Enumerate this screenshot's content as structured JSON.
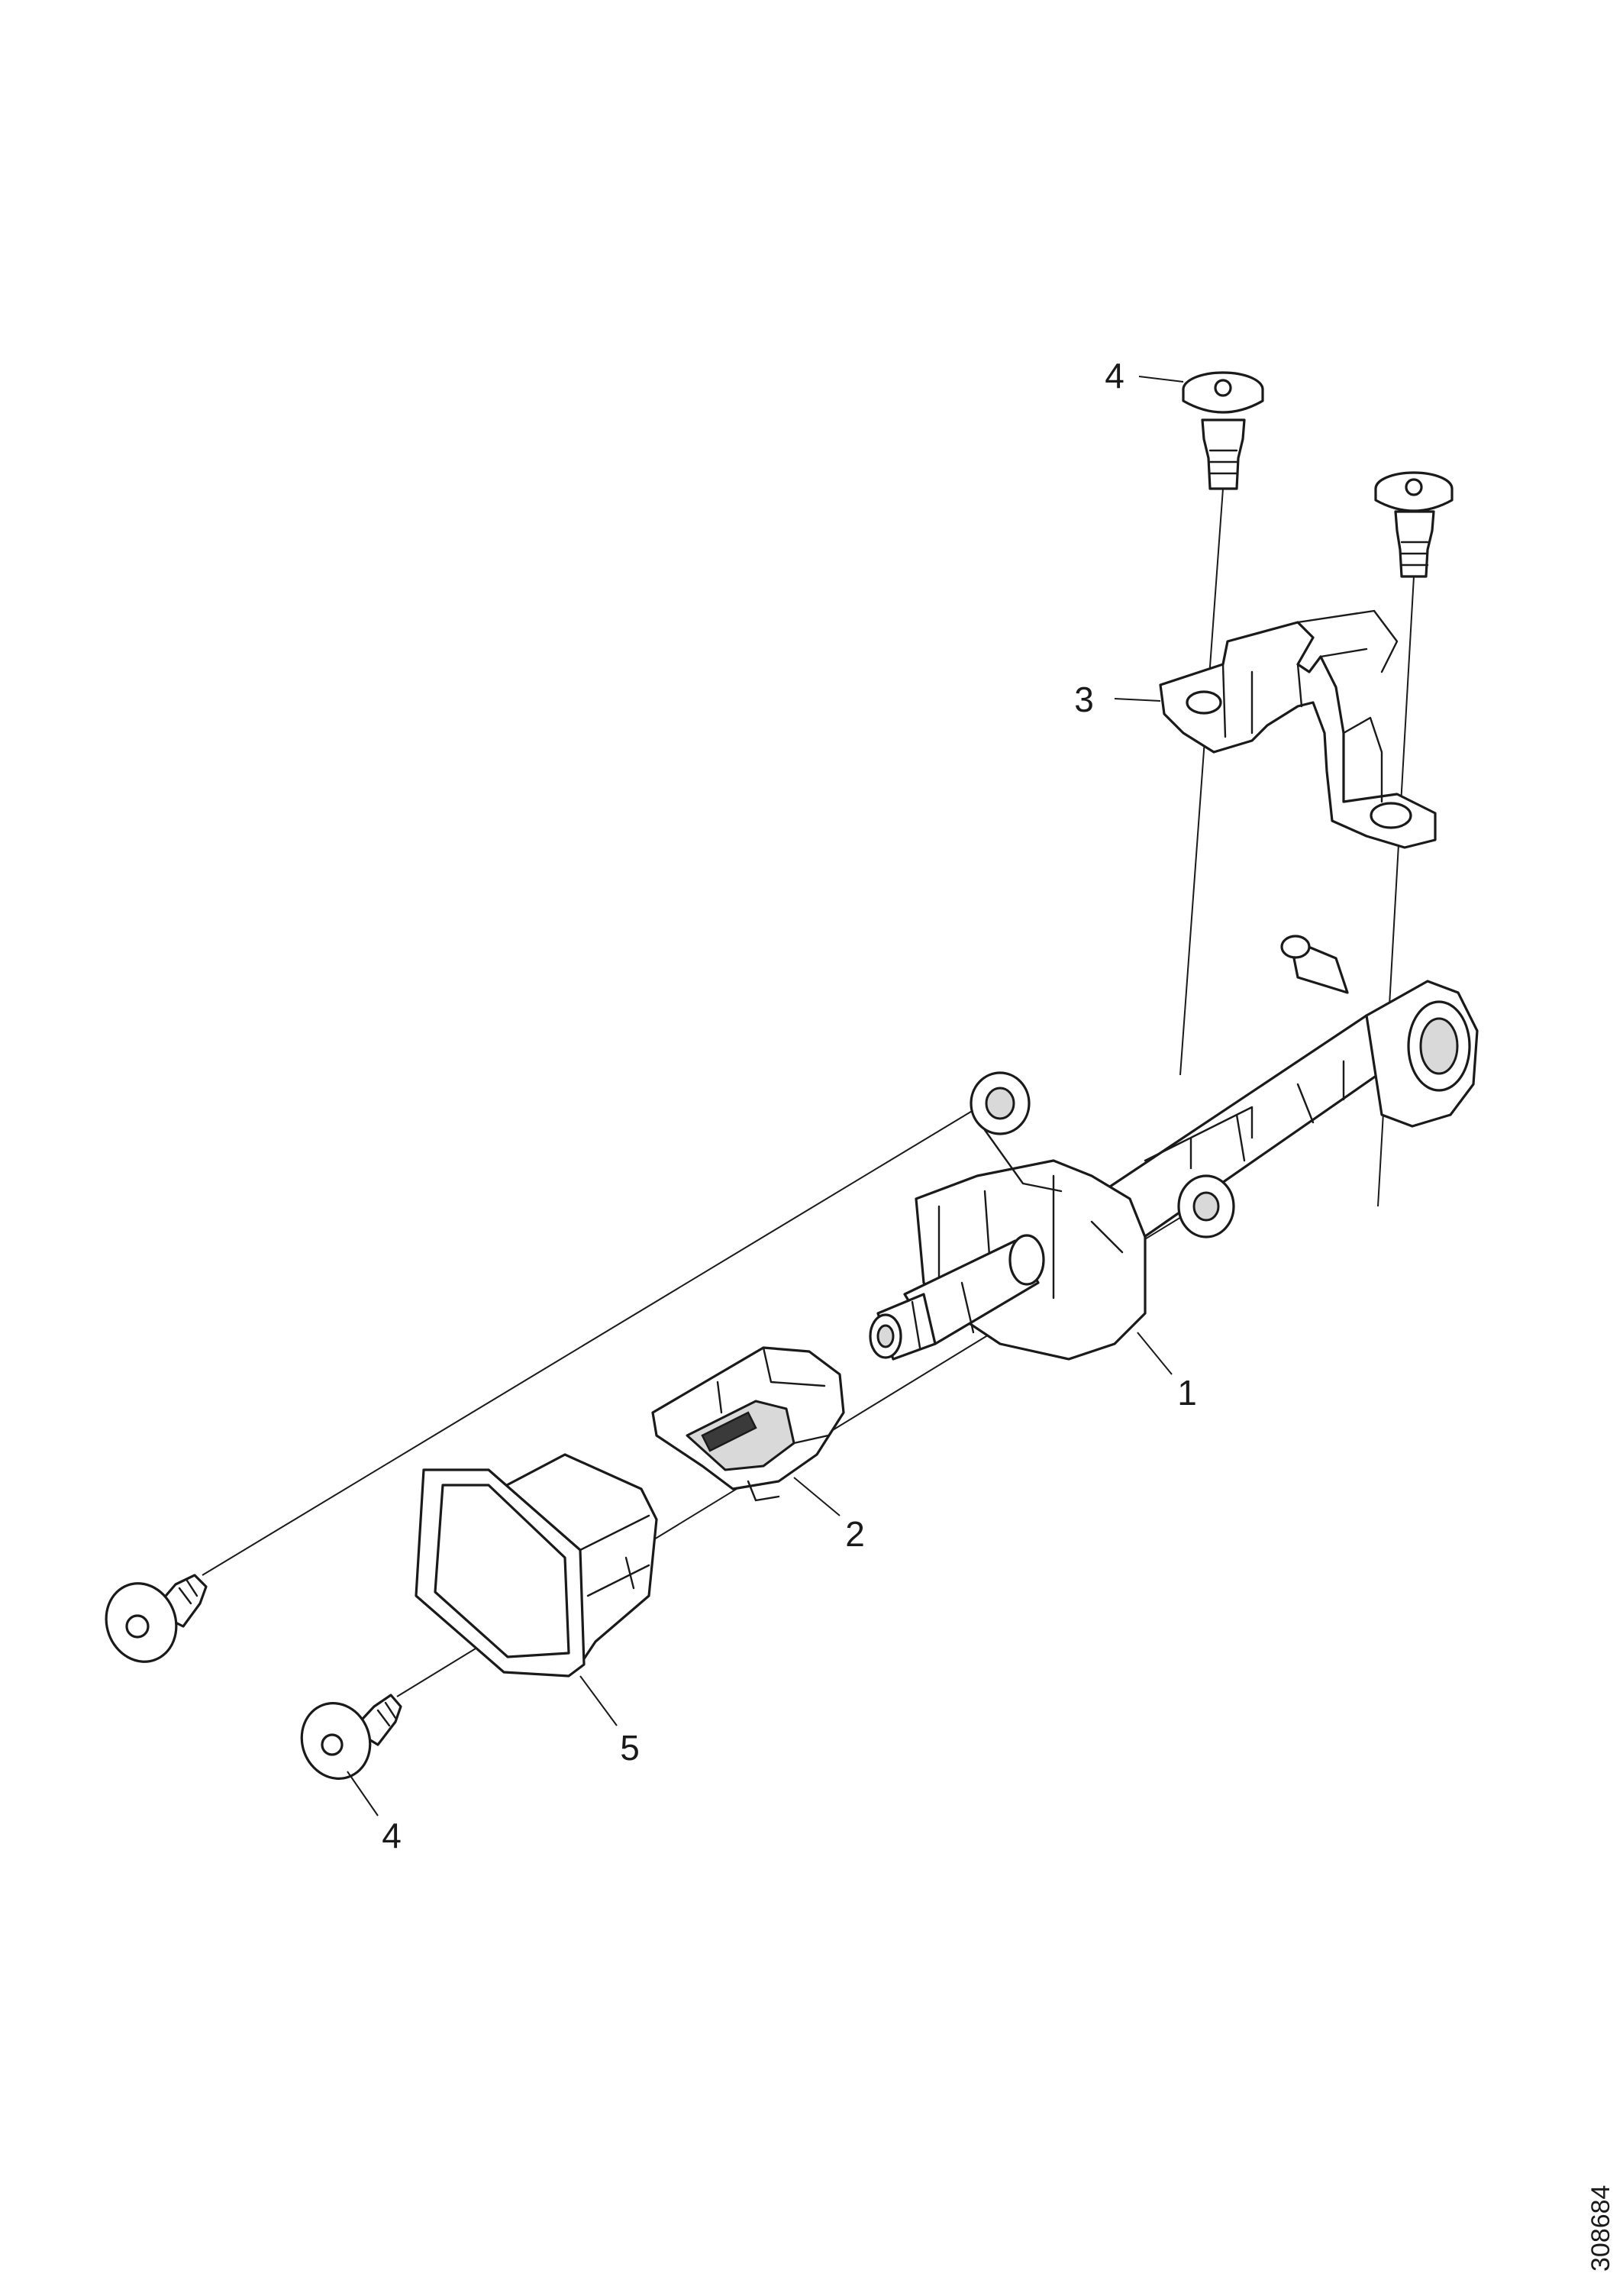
{
  "diagram": {
    "figure_number": "308684",
    "callouts": [
      {
        "id": "1",
        "text": "1"
      },
      {
        "id": "2",
        "text": "2"
      },
      {
        "id": "3",
        "text": "3"
      },
      {
        "id": "4-top",
        "text": "4"
      },
      {
        "id": "4-bottom",
        "text": "4"
      },
      {
        "id": "5",
        "text": "5"
      }
    ]
  }
}
